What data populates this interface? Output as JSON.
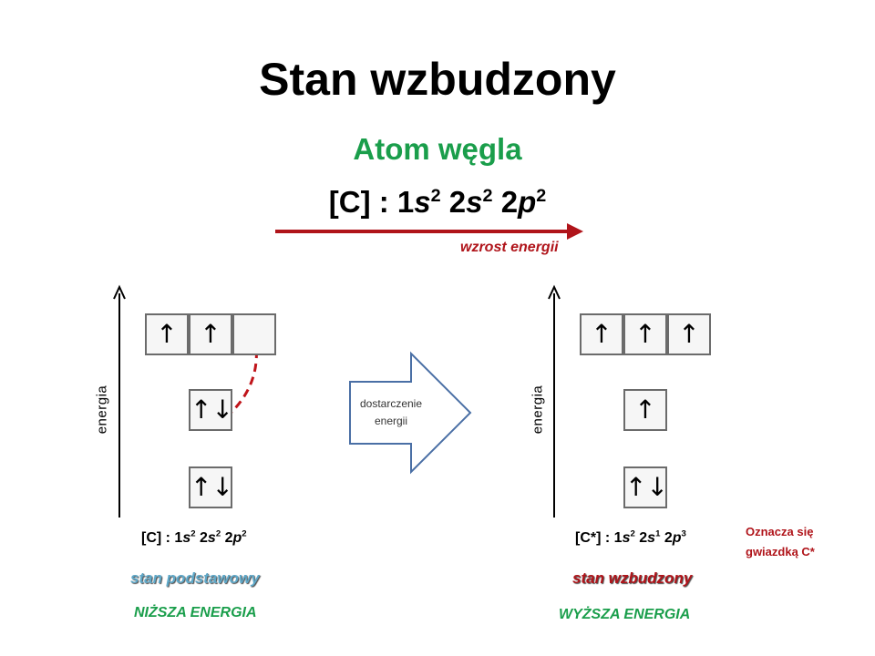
{
  "title": "Stan wzbudzony",
  "subtitle": "Atom węgla",
  "main_config": {
    "prefix": "[C] : 1",
    "s1": "s",
    "e1": "2",
    "mid1": " 2",
    "s2": "s",
    "e2": "2",
    "mid2": " 2",
    "p": "p",
    "e3": "2"
  },
  "energy_increase_label": "wzrost energii",
  "transition_label_line1": "dostarczenie",
  "transition_label_line2": "energii",
  "axis_label": "energia",
  "ground": {
    "orbitals_2p": [
      "↑",
      "↑",
      ""
    ],
    "orbital_2s": "↑↓",
    "orbital_1s": "↑↓",
    "config": {
      "prefix": "[C] : 1",
      "s1": "s",
      "e1": "2",
      "mid1": " 2",
      "s2": "s",
      "e2": "2",
      "mid2": " 2",
      "p": "p",
      "e3": "2"
    },
    "state_name": "stan podstawowy",
    "energy_level": "NIŻSZA ENERGIA"
  },
  "excited": {
    "orbitals_2p": [
      "↑",
      "↑",
      "↑"
    ],
    "orbital_2s": "↑",
    "orbital_1s": "↑↓",
    "config": {
      "prefix": "[C*] : 1",
      "s1": "s",
      "e1": "2",
      "mid1": " 2",
      "s2": "s",
      "e2": "1",
      "mid2": " 2",
      "p": "p",
      "e3": "3"
    },
    "state_name": "stan wzbudzony",
    "energy_level": "WYŻSZA ENERGIA"
  },
  "note_line1": "Oznacza się",
  "note_line2": "gwiazdką C*",
  "colors": {
    "title": "#000000",
    "subtitle_green": "#1a9e4b",
    "dark_red": "#b0141a",
    "box_border": "#6b6b6b",
    "transition_arrow_border": "#4a6fa5",
    "ground_state_blue": "#5fa8c8"
  }
}
